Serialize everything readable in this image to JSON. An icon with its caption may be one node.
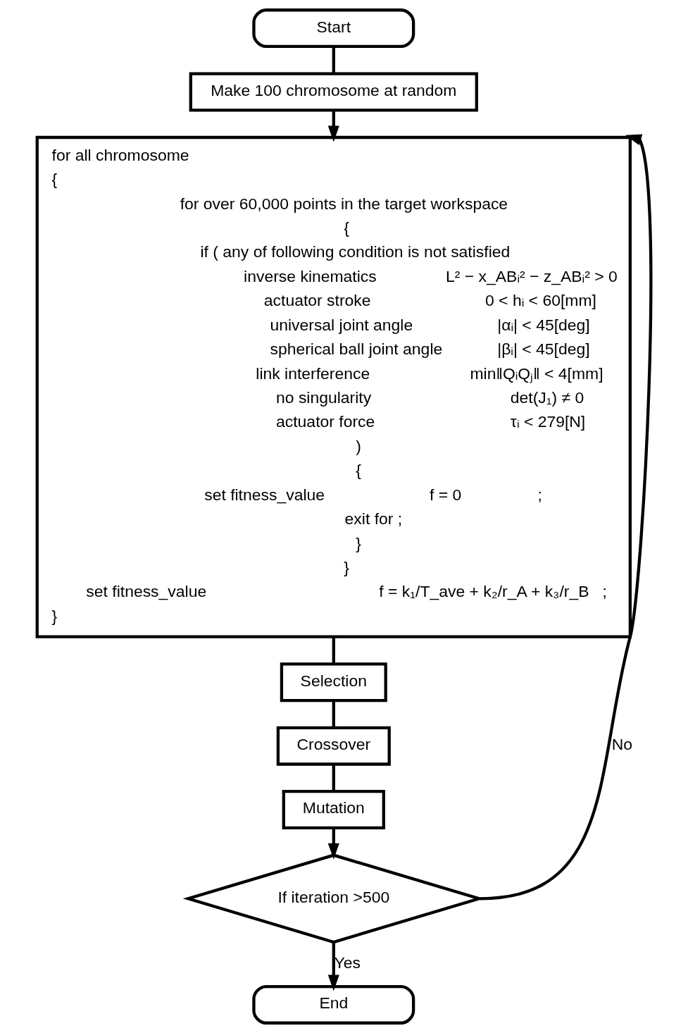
{
  "diagram": {
    "nodes": [
      {
        "text": [
          "Start"
        ]
      },
      {
        "text": [
          "Make 100 chromosome at random"
        ]
      },
      {
        "text": [
          "for all chromosome",
          "{",
          "for over 60,000 points in the target workspace",
          "{",
          "if ( any of following condition is not satisfied",
          "inverse kinematics",
          "L² − x_ABᵢ² − z_ABᵢ² > 0",
          "actuator stroke",
          "0 < hᵢ < 60[mm]",
          "universal joint angle",
          "|αᵢ| < 45[deg]",
          "spherical ball joint angle",
          "|βᵢ| < 45[deg]",
          "link interference",
          "min‖QᵢQⱼ‖ < 4[mm]",
          "no singularity",
          "det(J₁) ≠ 0",
          "actuator force",
          "τᵢ < 279[N]",
          ")",
          "{",
          "set fitness_value",
          "f = 0",
          ";",
          "exit for ;",
          "}",
          "}",
          "set fitness_value",
          "f = k₁/T_ave + k₂/r_A + k₃/r_B",
          ";",
          "}"
        ]
      },
      {
        "text": [
          "Selection"
        ]
      },
      {
        "text": [
          "Crossover"
        ]
      },
      {
        "text": [
          "Mutation"
        ]
      },
      {
        "text": [
          "If iteration >500"
        ]
      },
      {
        "text": [
          "End"
        ]
      }
    ],
    "edges": [
      {
        "from": 0,
        "to": 1,
        "arrow": "none"
      },
      {
        "from": 1,
        "to": 2,
        "arrow": "to"
      },
      {
        "from": 2,
        "to": 3,
        "arrow": "none"
      },
      {
        "from": 3,
        "to": 4,
        "arrow": "none"
      },
      {
        "from": 4,
        "to": 5,
        "arrow": "none"
      },
      {
        "from": 5,
        "to": 6,
        "arrow": "to"
      },
      {
        "from": 6,
        "to": 7,
        "arrow": "to",
        "label": "Yes"
      },
      {
        "from": 6,
        "to": 2,
        "arrow": "to",
        "label": "No"
      }
    ]
  }
}
